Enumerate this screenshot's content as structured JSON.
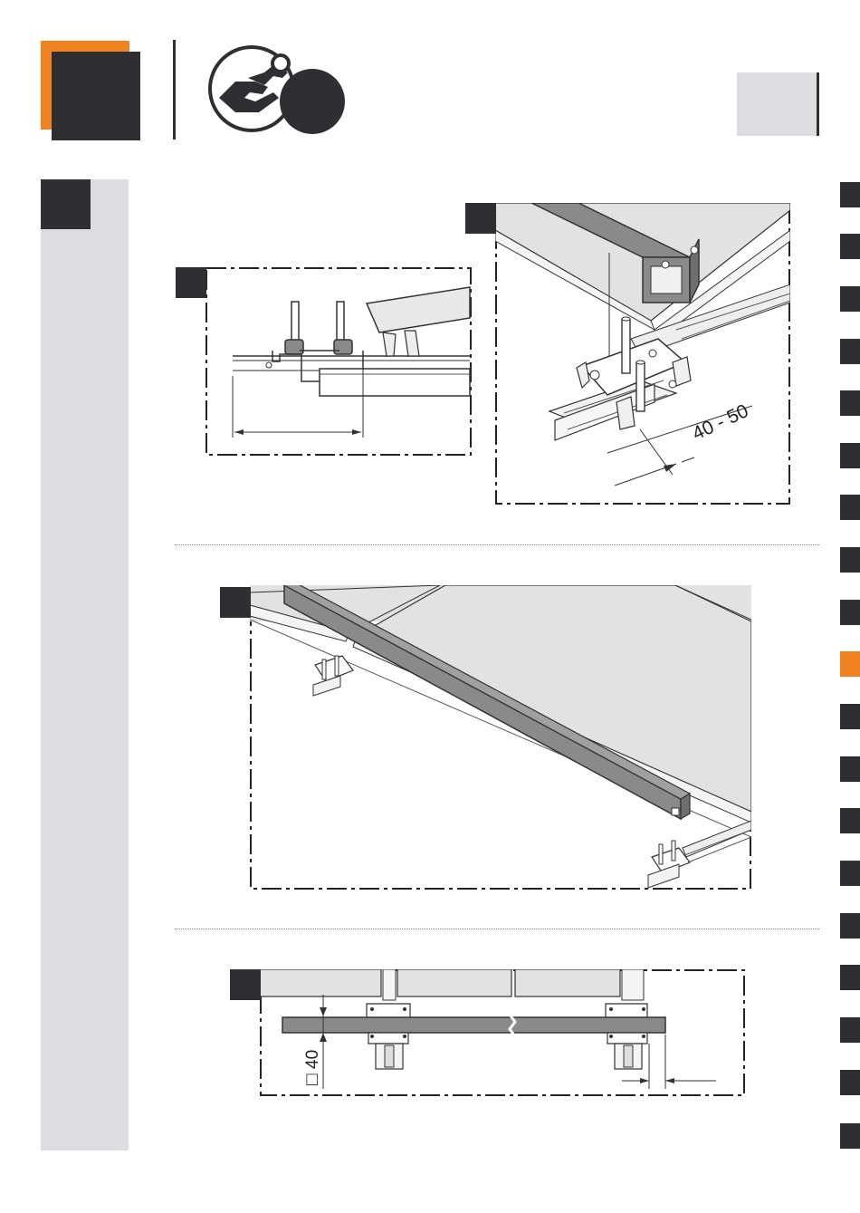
{
  "header": {
    "logo_icon": "tool-hand-wrench-icon",
    "colors": {
      "accent": "#f08220",
      "dark": "#2e2e33",
      "grey": "#dcdde0"
    }
  },
  "figure_b": {
    "dimension_text": "40 - 50"
  },
  "figure_d": {
    "dimension_text": "40",
    "square_symbol": "□"
  },
  "side_index": {
    "count": 19,
    "active_index": 9
  }
}
